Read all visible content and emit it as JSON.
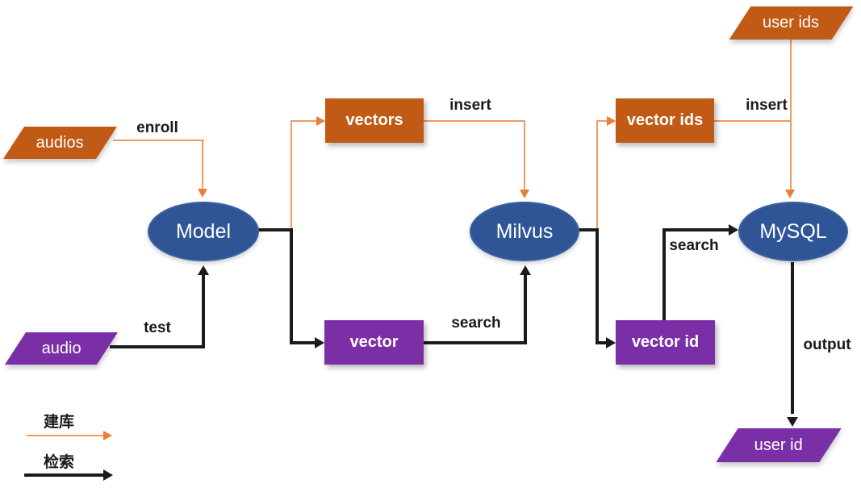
{
  "nodes": {
    "audios": {
      "label": "audios"
    },
    "audio": {
      "label": "audio"
    },
    "model": {
      "label": "Model"
    },
    "vectors": {
      "label": "vectors"
    },
    "vector": {
      "label": "vector"
    },
    "milvus": {
      "label": "Milvus"
    },
    "vector_ids": {
      "label": "vector ids"
    },
    "vector_id": {
      "label": "vector id"
    },
    "user_ids": {
      "label": "user ids"
    },
    "mysql": {
      "label": "MySQL"
    },
    "user_id": {
      "label": "user id"
    }
  },
  "edge_labels": {
    "enroll": "enroll",
    "insert_vectors": "insert",
    "insert_user_ids": "insert",
    "test": "test",
    "search_vector": "search",
    "search_vector_id": "search",
    "output": "output"
  },
  "legend": {
    "build_label": "建库",
    "retrieve_label": "检索"
  },
  "colors": {
    "background": "#FFFFFF",
    "orange_fill": "#C05A15",
    "orange_line": "#F09A62",
    "orange_arrow": "#ED7D31",
    "purple_fill": "#7B2FA6",
    "blue_fill": "#2F5597",
    "blue_border": "#3A62A0",
    "line_black": "#1B1B1B",
    "label_text": "#1A1A1A",
    "node_text": "#FFFFFF"
  }
}
